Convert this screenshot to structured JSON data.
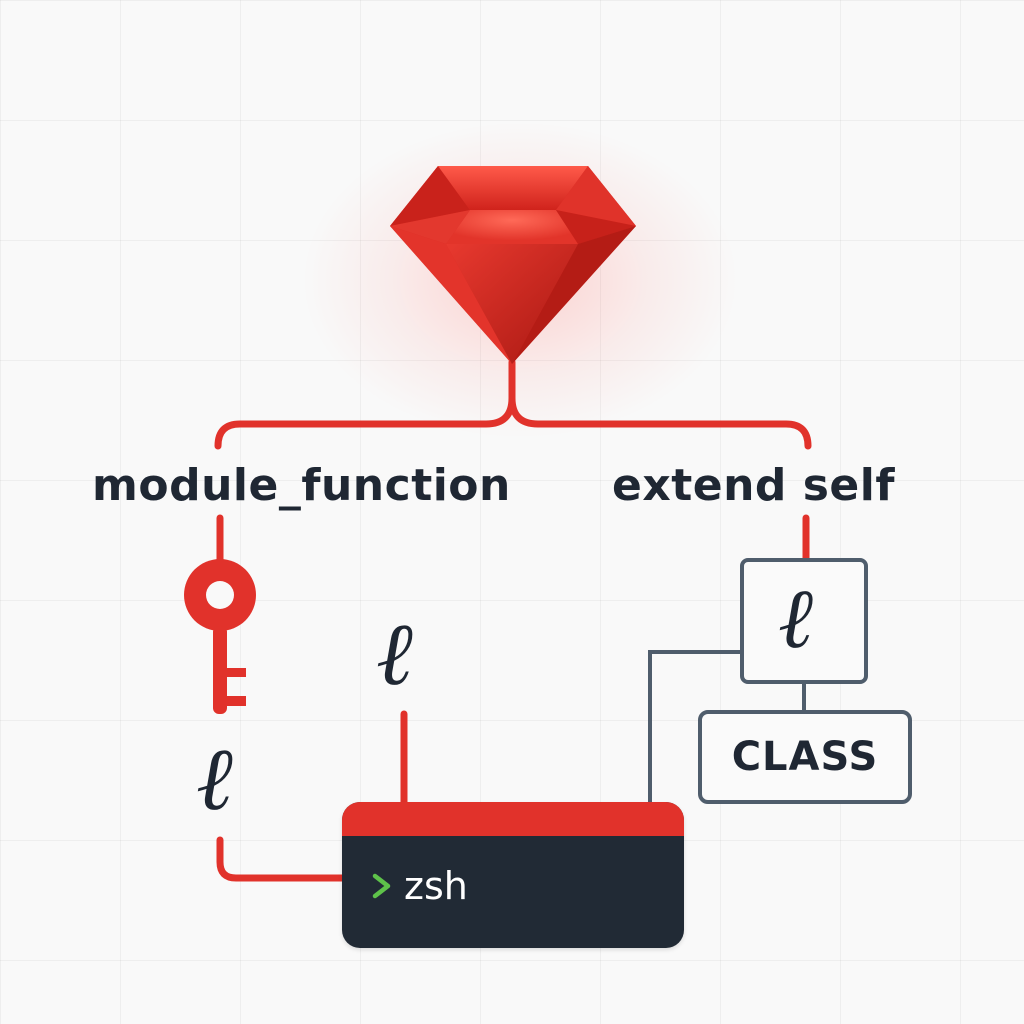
{
  "labels": {
    "left": "module_function",
    "right": "extend self"
  },
  "symbols": {
    "ell": "ℓ"
  },
  "class_box": {
    "label": "CLASS"
  },
  "terminal": {
    "text": "zsh"
  },
  "icons": {
    "top": "ruby-gem-icon",
    "key": "key-icon",
    "prompt": "chevron-right-icon"
  },
  "colors": {
    "accent": "#e1322b",
    "dark": "#1f2733",
    "steel": "#4f5d6c",
    "terminal_bg": "#212a35",
    "prompt_green": "#5ec24a"
  }
}
